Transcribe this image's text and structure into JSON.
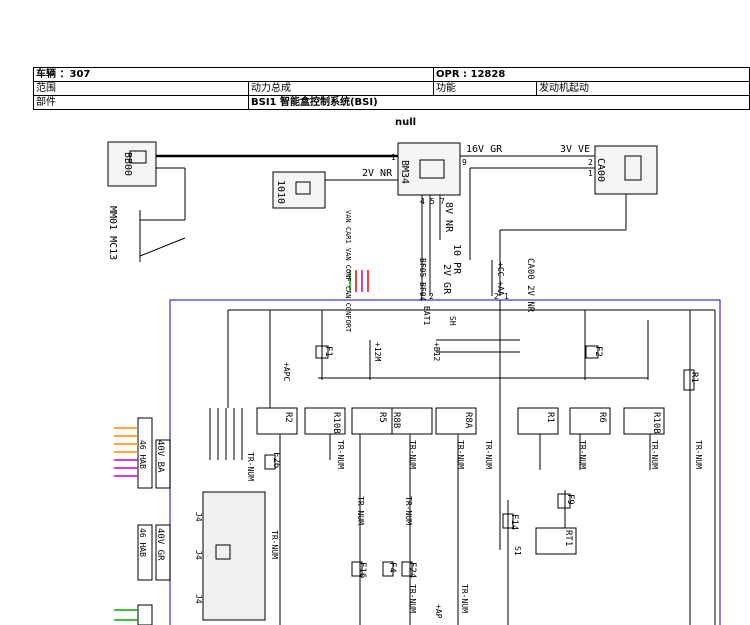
{
  "header": {
    "vehicle": "车辆 ：307",
    "opr": "OPR : 12828",
    "scope_label": "范围",
    "scope_value": "动力总成",
    "function_label": "功能",
    "function_value": "发动机起动",
    "part_label": "部件",
    "part_value": "BSI1 智能盒控制系统(BSI)"
  },
  "subtitle": "null",
  "components": {
    "bb00": "BB00",
    "bm34": "BM34",
    "ca00": "CA00",
    "c1010": "1010",
    "ground": "MM01 MC13"
  },
  "wires": {
    "w16v_gr": "16V GR",
    "w3v_ve": "3V VE",
    "w2v_nr": "2V NR",
    "w8v_nr": "8V NR",
    "w10_pr": "10 PR",
    "w2v_gr": "2V GR",
    "bf": "BF05 BF04",
    "ca00_2v": "CA00 2V NR",
    "cc_aa": "+CC +AA",
    "can": "VAN CAR1 VAN CONF CAN CONFORT",
    "c40v_ba": "40V BA",
    "c46_hab": "46 HAB",
    "c40v_gr": "40V GR",
    "c46_hab2": "46 HAB"
  },
  "pins": {
    "bm34_9": "9",
    "ca00_2": "2",
    "ca00_1": "1",
    "bm34_1": "1",
    "bm34_4": "4",
    "bm34_5": "5",
    "bm34_7": "7",
    "bf_1": "1",
    "bf_2": "2",
    "aa_2": "2",
    "aa_1": "1"
  },
  "relays": {
    "r2": "R2",
    "r10b": "R10B",
    "r5": "R5",
    "r8b": "R8B",
    "r8a": "R8A",
    "r1": "R1",
    "r6": "R6",
    "r10b_2": "R10B",
    "rt1": "RT1",
    "r1_side": "R1"
  },
  "fuses": {
    "f1": "F1",
    "f2": "F2",
    "f26": "F26",
    "f14": "F14",
    "f9": "F9",
    "f16": "F16",
    "f4": "F4",
    "f24": "F24"
  },
  "labels": {
    "tr_num": "TR-NUM",
    "apc": "+APC",
    "p12m": "+12M",
    "bat1": "BAT1",
    "ib12": "+B12",
    "s1": "S1",
    "sh": "SH",
    "j4": "J4",
    "ap": "+AP"
  },
  "colors": {
    "box_border": "#3333cc",
    "wire_red": "#ff0000",
    "wire_green": "#00aa00",
    "wire_purple": "#cc00cc",
    "wire_orange": "#ff8800",
    "wire_magenta": "#cc00cc"
  }
}
